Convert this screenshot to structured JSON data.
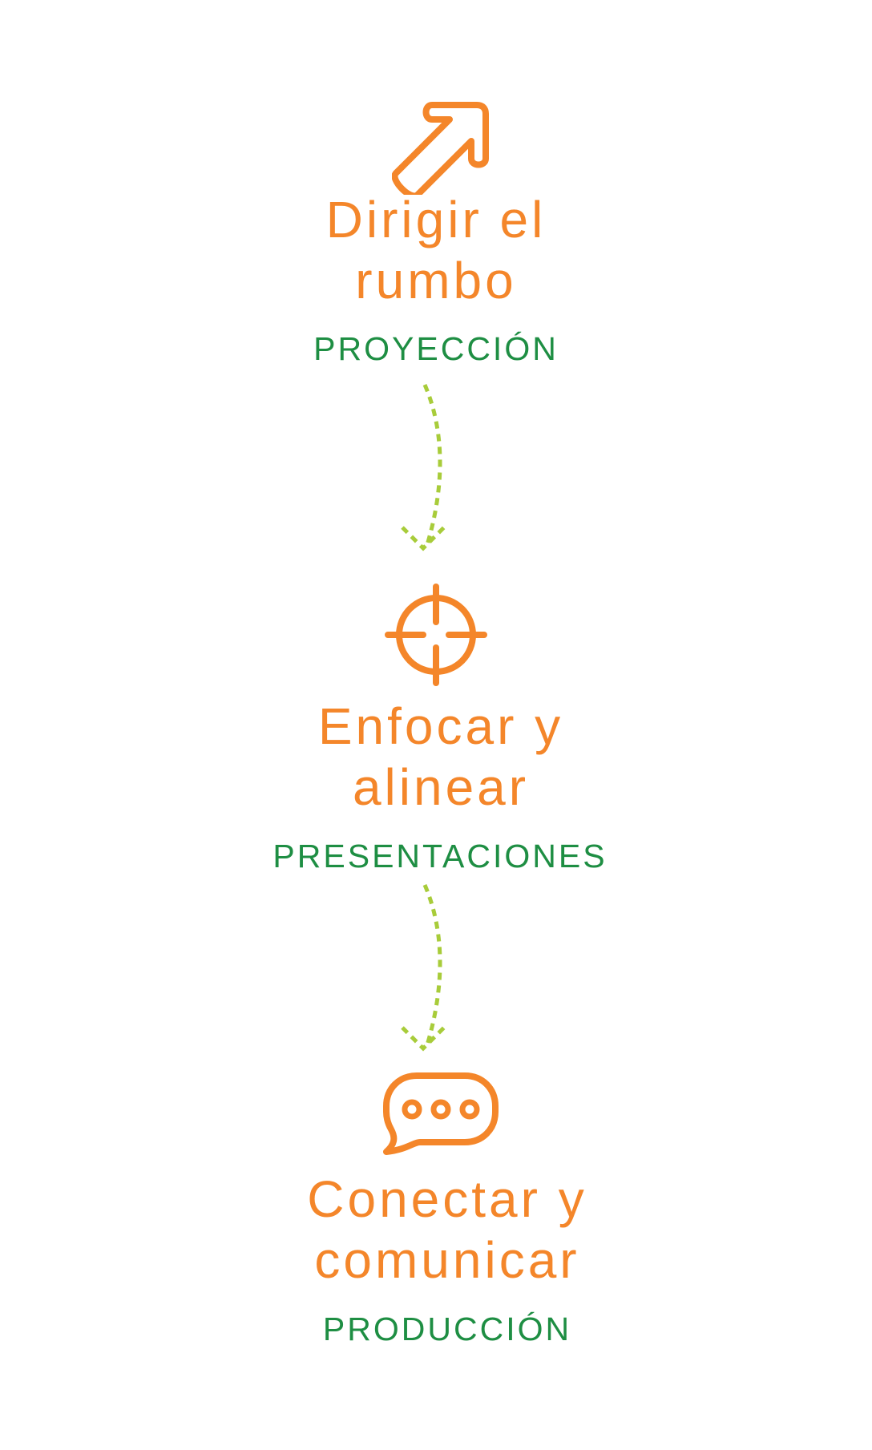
{
  "colors": {
    "title": "#F4862A",
    "subtitle": "#1E8E43",
    "connector": "#A8CC3A",
    "background": "#FFFFFF"
  },
  "steps": [
    {
      "icon": "arrow-up-right-icon",
      "title_line1": "Dirigir el",
      "title_line2": "rumbo",
      "subtitle": "PROYECCIÓN"
    },
    {
      "icon": "crosshair-icon",
      "title_line1": "Enfocar y",
      "title_line2": "alinear",
      "subtitle": "PRESENTACIONES"
    },
    {
      "icon": "chat-bubble-icon",
      "title_line1": "Conectar y",
      "title_line2": "comunicar",
      "subtitle": "PRODUCCIÓN"
    }
  ],
  "connectors": [
    {
      "icon": "dotted-arrow-down-icon"
    },
    {
      "icon": "dotted-arrow-down-icon"
    }
  ]
}
